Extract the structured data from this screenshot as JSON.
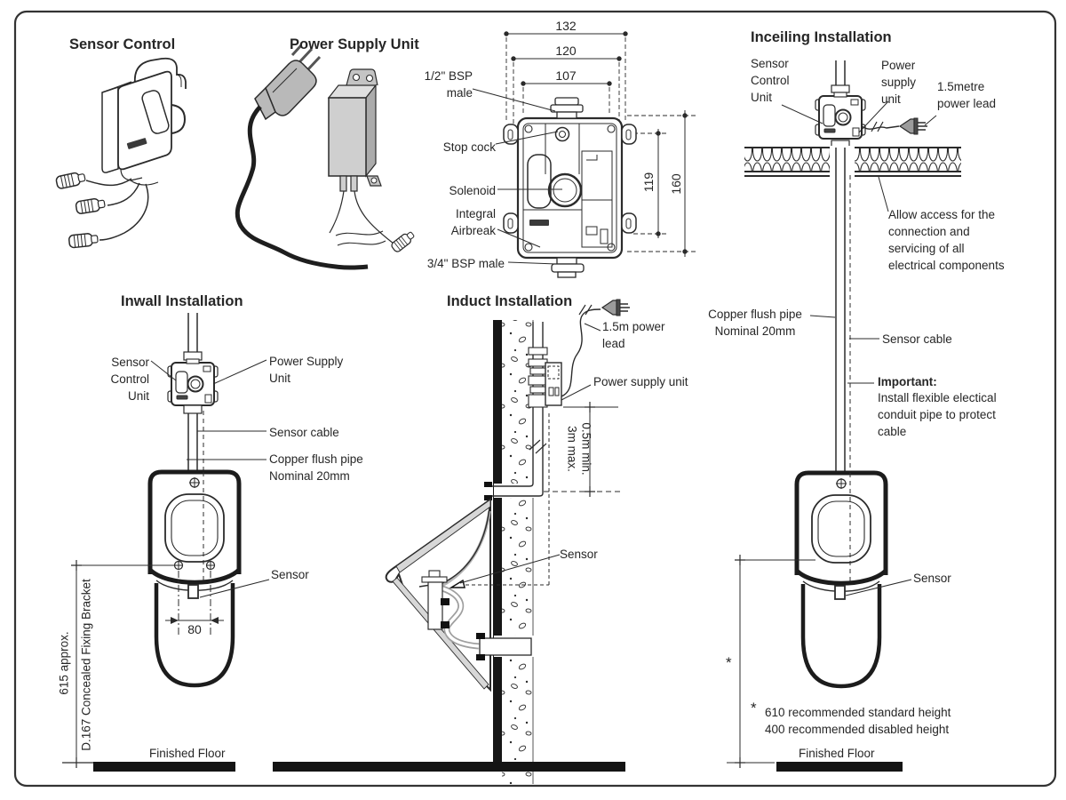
{
  "palette": {
    "ink": "#2b2b2b",
    "fill_gray": "#c9c9c9",
    "floor_black": "#141414"
  },
  "sensor_control": {
    "title": "Sensor Control"
  },
  "power_supply": {
    "title": "Power Supply Unit"
  },
  "valve": {
    "dim_132": "132",
    "dim_120": "120",
    "dim_107": "107",
    "dim_119": "119",
    "dim_160": "160",
    "bsp_half": "1/2\" BSP male",
    "stop_cock": "Stop cock",
    "solenoid": "Solenoid",
    "integral_airbreak": "Integral Airbreak",
    "bsp_three_quarter": "3/4\" BSP male"
  },
  "inceiling": {
    "title": "Inceiling Installation",
    "sensor_control_unit": "Sensor Control Unit",
    "power_supply_unit": "Power supply unit",
    "power_lead": "1.5metre power lead",
    "allow_access": "Allow access for the connection and servicing of all electrical components",
    "copper_flush_pipe": "Copper flush pipe Nominal 20mm",
    "sensor_cable": "Sensor cable",
    "important_title": "Important:",
    "important_body": "Install flexible electical conduit pipe to protect cable",
    "sensor": "Sensor",
    "dim_star": "*",
    "footnote_marker": "*",
    "footnote_line1": "610 recommended standard height",
    "footnote_line2": "400 recommended disabled height",
    "finished_floor": "Finished Floor"
  },
  "inwall": {
    "title": "Inwall Installation",
    "sensor_control_unit": "Sensor Control Unit",
    "power_supply_unit": "Power Supply Unit",
    "sensor_cable": "Sensor cable",
    "copper_flush_pipe": "Copper flush pipe Nominal 20mm",
    "sensor": "Sensor",
    "dim_80": "80",
    "dim_615": "615 approx.",
    "bracket": "D.167 Concealed Fixing Bracket",
    "finished_floor": "Finished Floor"
  },
  "induct": {
    "title": "Induct Installation",
    "power_lead": "1.5m power lead",
    "power_supply_unit": "Power supply unit",
    "dim_min": "0.5m min.",
    "dim_max": "3m max.",
    "sensor": "Sensor"
  }
}
